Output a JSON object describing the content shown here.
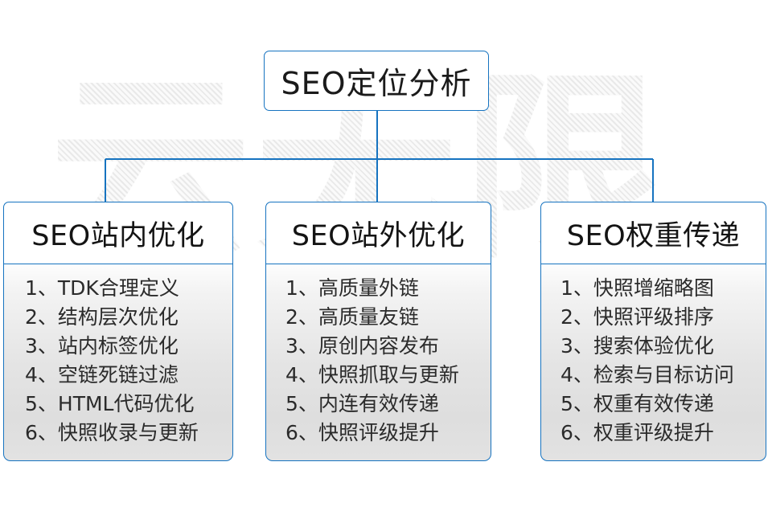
{
  "diagram": {
    "root": {
      "label": "SEO定位分析"
    },
    "branches": [
      {
        "title": "SEO站内优化",
        "items": [
          "1、TDK合理定义",
          "2、结构层次优化",
          "3、站内标签优化",
          "4、空链死链过滤",
          "5、HTML代码优化",
          "6、快照收录与更新"
        ]
      },
      {
        "title": "SEO站外优化",
        "items": [
          "1、高质量外链",
          "2、高质量友链",
          "3、原创内容发布",
          "4、快照抓取与更新",
          "5、内连有效传递",
          "6、快照评级提升"
        ]
      },
      {
        "title": "SEO权重传递",
        "items": [
          "1、快照增缩略图",
          "2、快照评级排序",
          "3、搜索体验优化",
          "4、检索与目标访问",
          "5、权重有效传递",
          "6、权重评级提升"
        ]
      }
    ],
    "watermark": {
      "text": "云无限"
    },
    "colors": {
      "border": "#1673c0",
      "connector": "#1673c0",
      "root_background": "#ffffff",
      "head_background": "#ffffff",
      "body_background": "#e4e4e4",
      "text": "#1a1a1a",
      "watermark": "#eeeeee"
    }
  }
}
